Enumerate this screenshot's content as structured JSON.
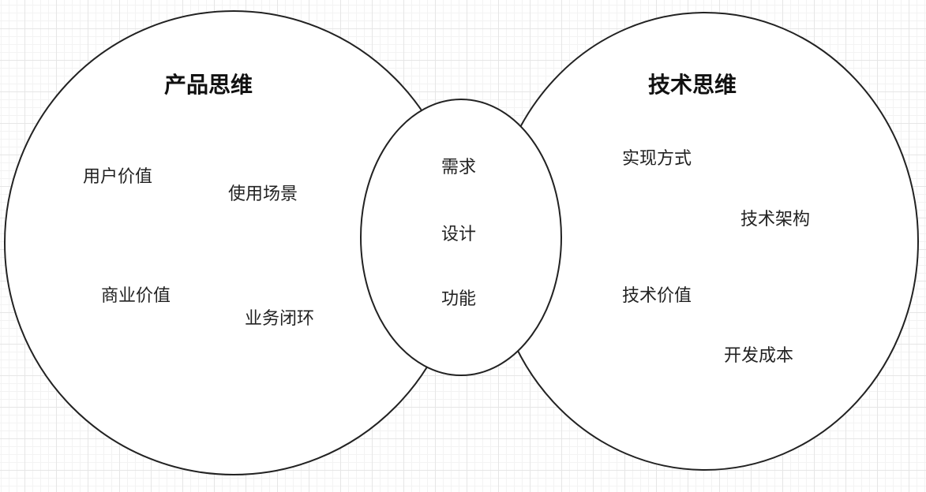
{
  "left_circle": {
    "title": "产品思维",
    "items": [
      "用户价值",
      "使用场景",
      "商业价值",
      "业务闭环"
    ]
  },
  "right_circle": {
    "title": "技术思维",
    "items": [
      "实现方式",
      "技术架构",
      "技术价值",
      "开发成本"
    ]
  },
  "center_ellipse": {
    "items": [
      "需求",
      "设计",
      "功能"
    ]
  },
  "colors": {
    "stroke": "#222222",
    "fill": "#ffffff",
    "grid": "#e6e6e6"
  }
}
